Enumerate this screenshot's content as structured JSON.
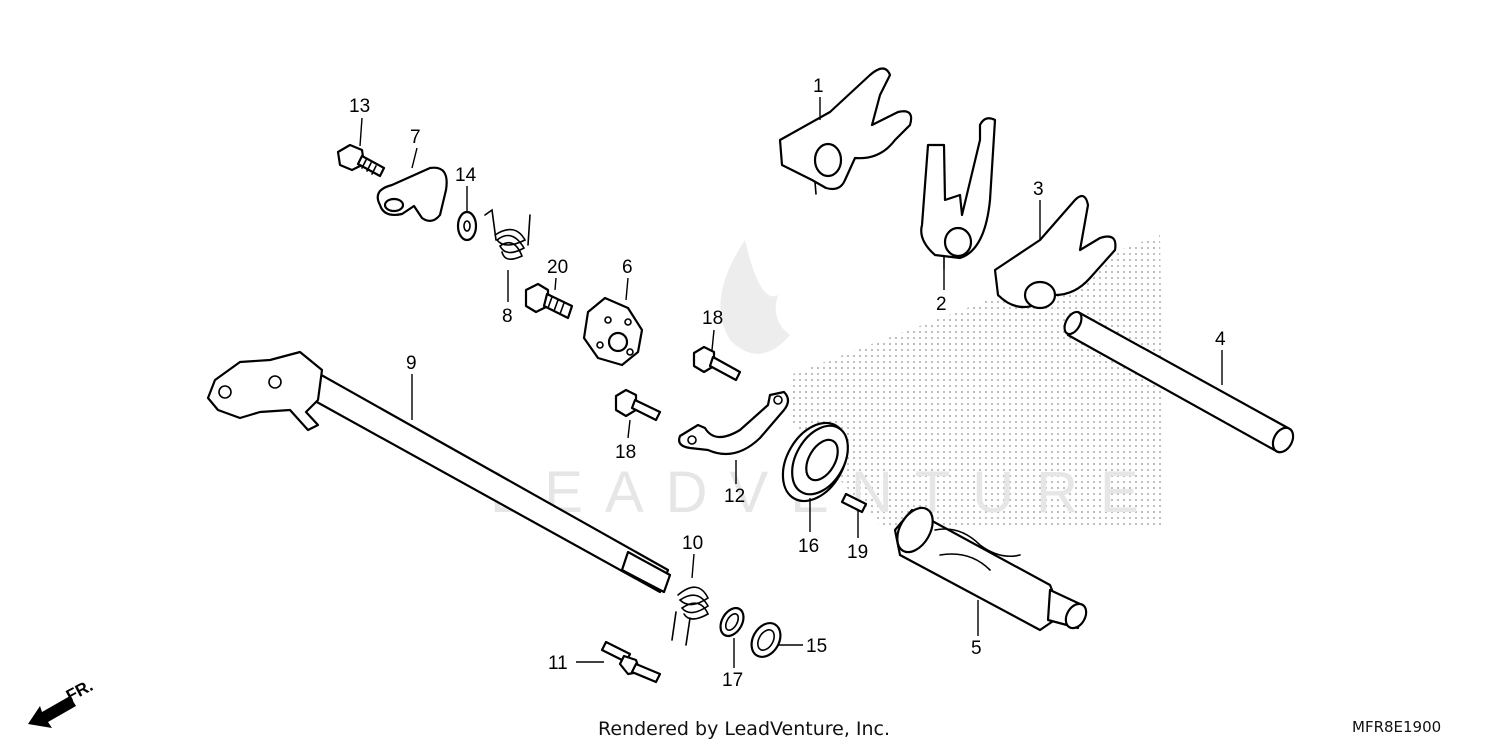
{
  "diagram": {
    "callouts": {
      "c1": "1",
      "c2": "2",
      "c3": "3",
      "c4": "4",
      "c5": "5",
      "c6": "6",
      "c7": "7",
      "c8": "8",
      "c9": "9",
      "c10": "10",
      "c11": "11",
      "c12": "12",
      "c13": "13",
      "c14": "14",
      "c15": "15",
      "c16": "16",
      "c17": "17",
      "c18a": "18",
      "c18b": "18",
      "c19": "19",
      "c20": "20"
    },
    "front_indicator": "FR.",
    "watermark": "LEADVENTURE",
    "footer": {
      "credit": "Rendered by LeadVenture, Inc.",
      "code": "MFR8E1900"
    },
    "colors": {
      "line": "#000000",
      "background": "#ffffff",
      "halftone": "#c8c8c8",
      "watermark": "#e6e6e6"
    }
  }
}
